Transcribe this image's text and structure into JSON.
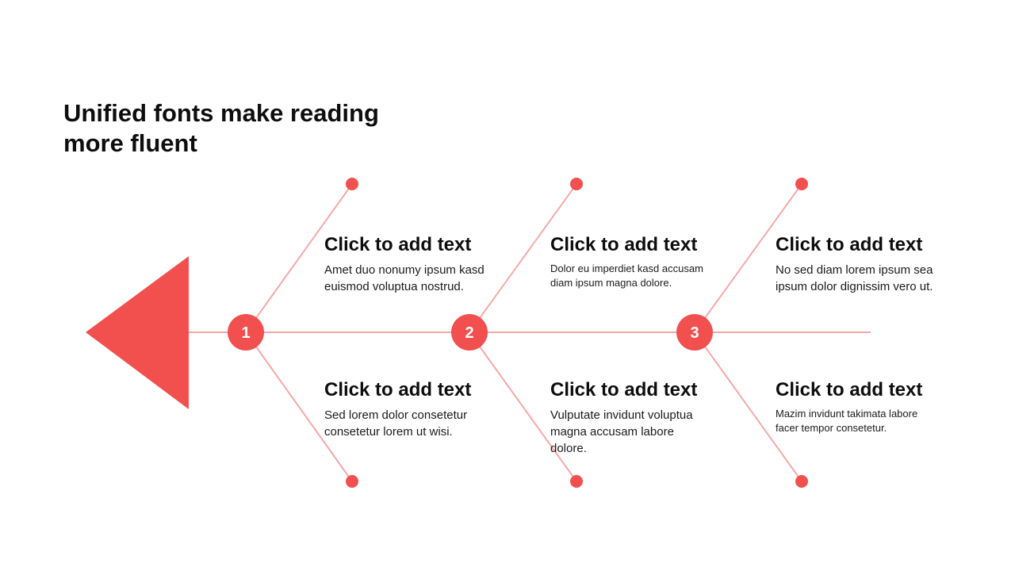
{
  "title": "Unified fonts make reading more fluent",
  "colors": {
    "accent": "#F24F4F",
    "line": "#F7A8A8",
    "text": "#0D0D0D",
    "background": "#FFFFFF"
  },
  "nodes": [
    {
      "number": "1",
      "top": {
        "heading": "Click to add text",
        "body": "Amet duo nonumy ipsum kasd euismod voluptua nostrud."
      },
      "bottom": {
        "heading": "Click to add text",
        "body": "Sed lorem dolor consetetur consetetur lorem ut wisi."
      }
    },
    {
      "number": "2",
      "top": {
        "heading": "Click to add text",
        "body": "Dolor eu imperdiet kasd accusam diam ipsum magna dolore."
      },
      "bottom": {
        "heading": "Click to add text",
        "body": "Vulputate invidunt voluptua magna accusam labore dolore."
      }
    },
    {
      "number": "3",
      "top": {
        "heading": "Click to add text",
        "body": "No sed diam lorem ipsum sea ipsum dolor dignissim vero ut."
      },
      "bottom": {
        "heading": "Click to add text",
        "body": "Mazim invidunt takimata labore facer tempor consetetur."
      }
    }
  ]
}
